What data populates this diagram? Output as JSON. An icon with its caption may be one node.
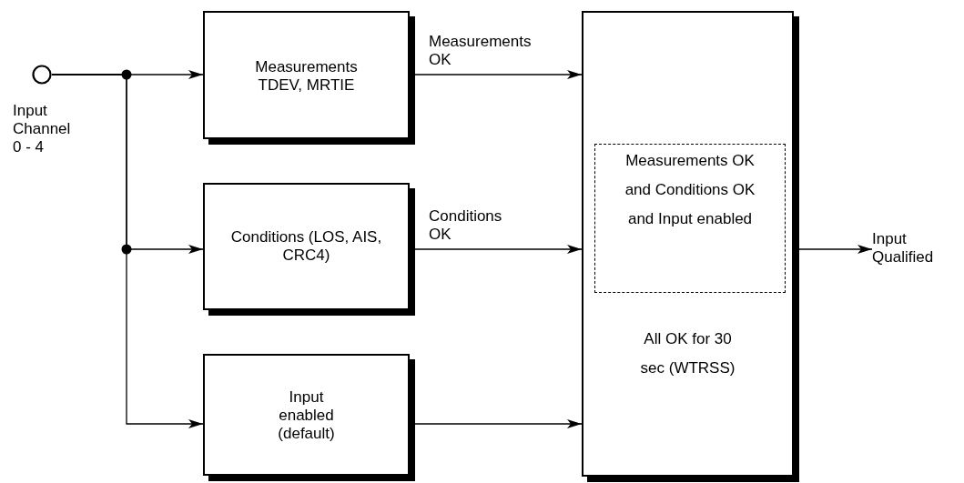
{
  "diagram": {
    "nodes": [
      {
        "text": [],
        "shape": "circle",
        "beside": [
          "Input Channel 0 - 4"
        ]
      },
      {
        "text": [
          "Measurements TDEV, MRTIE"
        ]
      },
      {
        "text": [
          "Conditions (LOS, AIS, CRC4)"
        ]
      },
      {
        "text": [
          "Input enabled (default)"
        ]
      },
      {
        "text": [
          "All OK for 30 sec (WTRSS)"
        ]
      },
      {
        "text": [
          "Measurements OK and Conditions OK and Input enabled"
        ],
        "in": 4
      },
      {
        "text": [
          "Input Qualified"
        ]
      }
    ],
    "edges": [
      {
        "from": 0,
        "to": 1,
        "arrow": "to"
      },
      {
        "from": 0,
        "to": 2,
        "arrow": "to"
      },
      {
        "from": 0,
        "to": 3,
        "arrow": "to"
      },
      {
        "from": 1,
        "to": 4,
        "arrow": "to",
        "label": "Measurements OK"
      },
      {
        "from": 2,
        "to": 4,
        "arrow": "to",
        "label": "Conditions OK"
      },
      {
        "from": 3,
        "to": 4,
        "arrow": "to"
      },
      {
        "from": 4,
        "to": 6,
        "arrow": "to"
      }
    ]
  }
}
